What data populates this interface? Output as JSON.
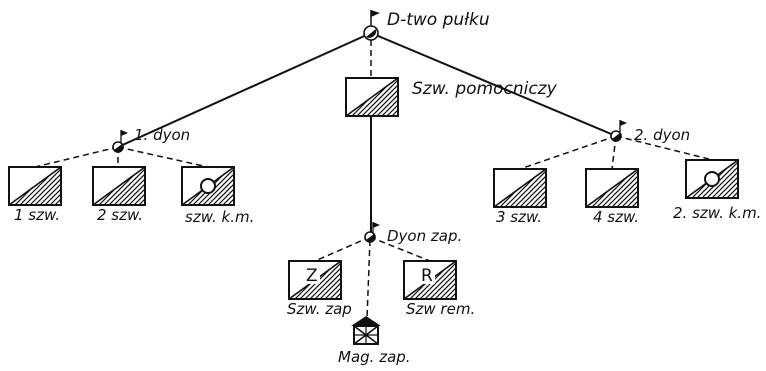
{
  "nodes": {
    "regiment_hq": "D-two pułku",
    "helper_squadron": "Szw. pomocniczy",
    "division_1": "1. dyon",
    "division_2": "2. dyon",
    "reserve_division": "Dyon zap."
  },
  "squadrons_1": [
    "1 szw.",
    "2 szw.",
    "szw. k.m."
  ],
  "squadrons_2": [
    "3 szw.",
    "4 szw.",
    "2. szw. k.m."
  ],
  "reserve_units": {
    "reserve_squadron": "Szw. zap",
    "reserve_squadron_letter": "Z",
    "remount_squadron": "Szw rem.",
    "remount_squadron_letter": "R",
    "reserve_warehouse": "Mag. zap."
  }
}
